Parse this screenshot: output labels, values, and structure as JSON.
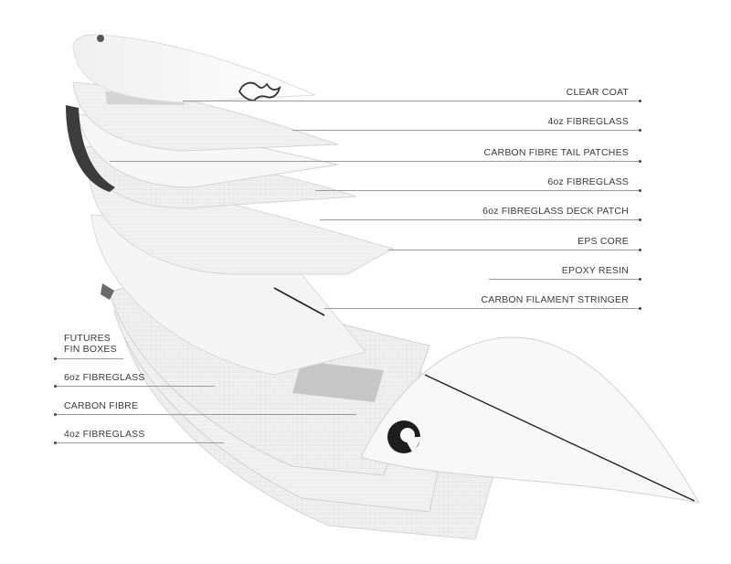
{
  "labels_right": [
    {
      "id": "clear-coat",
      "text": "CLEAR COAT"
    },
    {
      "id": "4oz-fibreglass-top",
      "text": "4oz FIBREGLASS"
    },
    {
      "id": "carbon-fibre-tail-patches",
      "text": "CARBON FIBRE TAIL PATCHES"
    },
    {
      "id": "6oz-fibreglass-top",
      "text": "6oz FIBREGLASS"
    },
    {
      "id": "6oz-fibreglass-deck-patch",
      "text": "6oz FIBREGLASS DECK PATCH"
    },
    {
      "id": "eps-core",
      "text": "EPS CORE"
    },
    {
      "id": "epoxy-resin",
      "text": "EPOXY RESIN"
    },
    {
      "id": "carbon-filament-stringer",
      "text": "CARBON FILAMENT STRINGER"
    }
  ],
  "labels_left": [
    {
      "id": "futures-fin-boxes",
      "line1": "FUTURES",
      "line2": "FIN BOXES"
    },
    {
      "id": "6oz-fibreglass-bottom",
      "text": "6oz FIBREGLASS"
    },
    {
      "id": "carbon-fibre-bottom",
      "text": "CARBON FIBRE"
    },
    {
      "id": "4oz-fibreglass-bottom",
      "text": "4oz FIBREGLASS"
    }
  ],
  "colors": {
    "background": "#ffffff",
    "layer_fill": "#f4f4f4",
    "layer_edge": "#d6d6d6",
    "carbon": "#3c3c3c",
    "leader": "#9a9a9a",
    "label_text": "#3a3a3a"
  },
  "icons": [
    "logo-mark-icon",
    "fin-plug-icon",
    "brand-swirl-logo-icon"
  ]
}
